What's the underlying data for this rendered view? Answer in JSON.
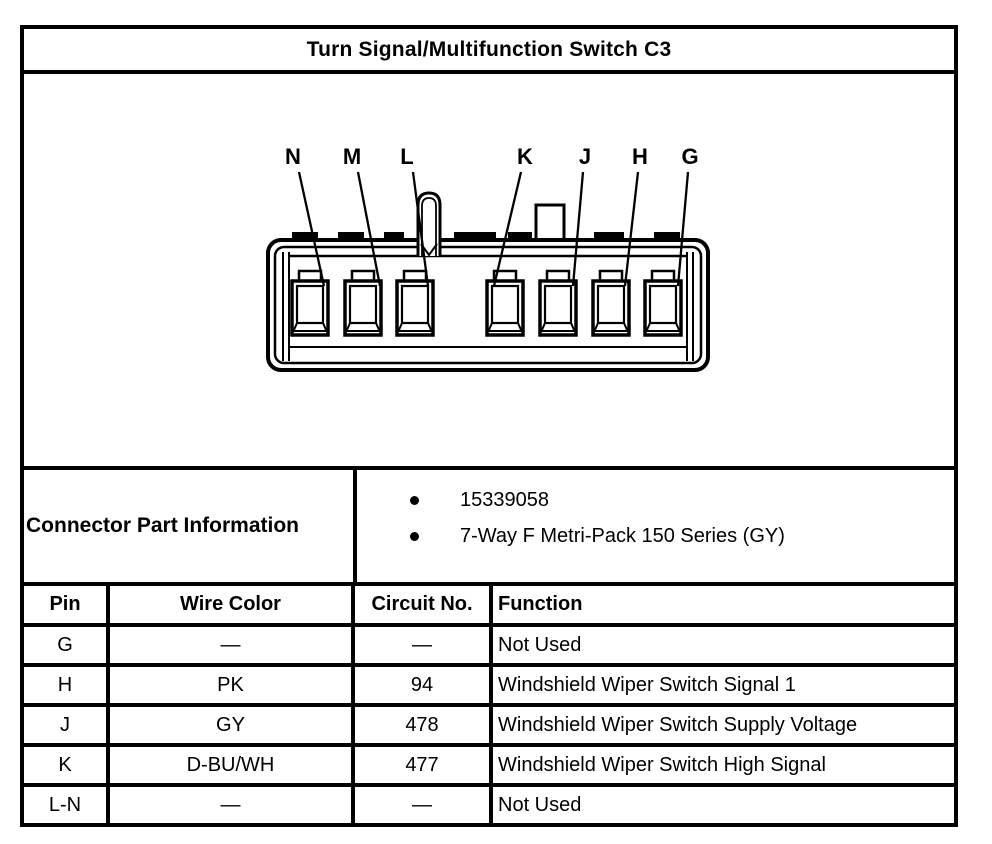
{
  "title": "Turn Signal/Multifunction Switch C3",
  "colors": {
    "ink": "#000000",
    "paper": "#ffffff"
  },
  "diagram": {
    "pin_labels": [
      "N",
      "M",
      "L",
      "K",
      "J",
      "H",
      "G"
    ]
  },
  "part_info": {
    "label": "Connector Part Information",
    "items": [
      "15339058",
      "7-Way F Metri-Pack 150 Series (GY)"
    ]
  },
  "pin_table": {
    "headers": [
      "Pin",
      "Wire Color",
      "Circuit No.",
      "Function"
    ],
    "rows": [
      [
        "G",
        "—",
        "—",
        "Not Used"
      ],
      [
        "H",
        "PK",
        "94",
        "Windshield Wiper Switch Signal 1"
      ],
      [
        "J",
        "GY",
        "478",
        "Windshield Wiper Switch Supply Voltage"
      ],
      [
        "K",
        "D-BU/WH",
        "477",
        "Windshield Wiper Switch High Signal"
      ],
      [
        "L-N",
        "—",
        "—",
        "Not Used"
      ]
    ]
  }
}
